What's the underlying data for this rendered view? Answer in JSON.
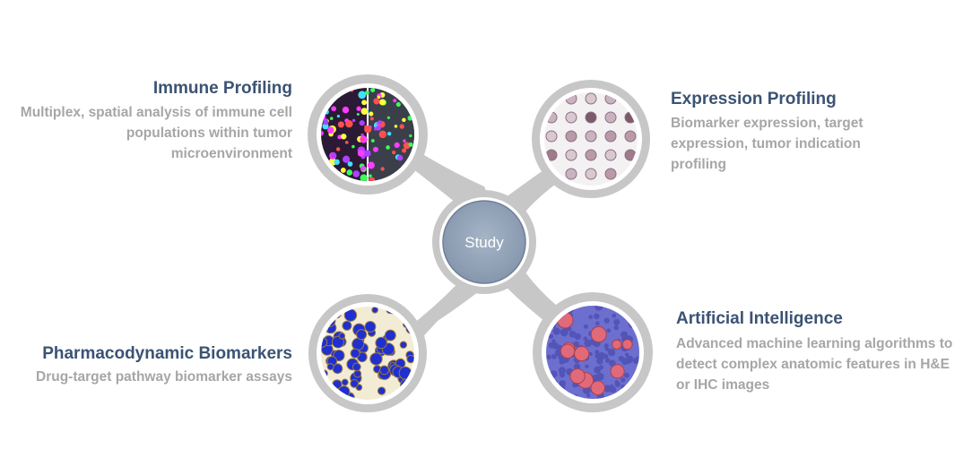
{
  "center": {
    "label": "Study"
  },
  "nodes": [
    {
      "key": "immune",
      "title": "Immune Profiling",
      "description": "Multiplex, spatial analysis of immune cell populations within tumor microenvironment",
      "icon": "multiplex-fluorescence-image-icon"
    },
    {
      "key": "expression",
      "title": "Expression Profiling",
      "description": "Biomarker expression, target expression, tumor indication profiling",
      "icon": "tissue-microarray-image-icon"
    },
    {
      "key": "pd",
      "title": "Pharmacodynamic Biomarkers",
      "description": "Drug-target pathway biomarker assays",
      "icon": "stained-nuclei-image-icon"
    },
    {
      "key": "ai",
      "title": "Artificial Intelligence",
      "description": "Advanced machine learning algorithms to detect complex anatomic features in H&E or IHC images",
      "icon": "he-tissue-image-icon"
    }
  ],
  "colors": {
    "title": "#3b5373",
    "description": "#a6a6a6",
    "hub": "#c8c7c8",
    "center": "#8c9db2"
  }
}
